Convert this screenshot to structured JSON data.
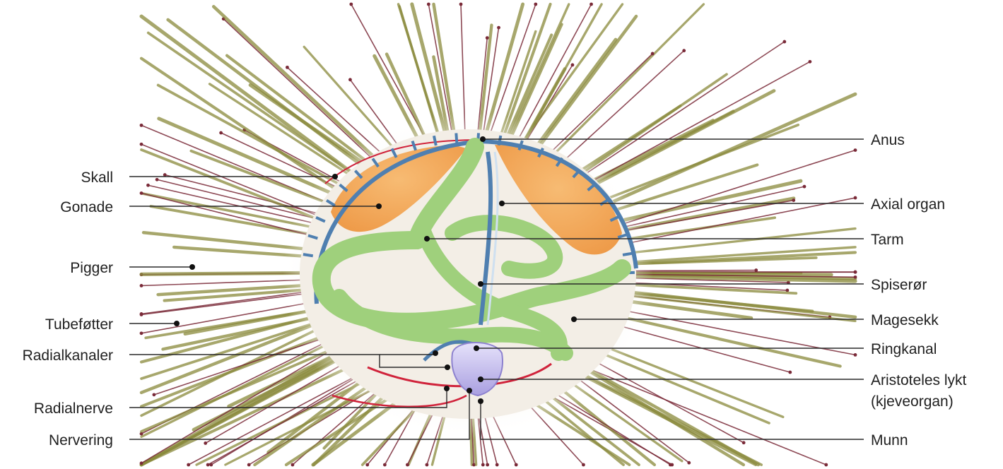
{
  "diagram": {
    "subject": "sea urchin internal anatomy",
    "colors": {
      "spine": "#8a8a3c",
      "tube_foot": "#7a2a38",
      "gonad": "#f3a85a",
      "gut": "#9fd07c",
      "water_vascular": "#4f7fb0",
      "nerve": "#d0233b",
      "lantern": "#c9c2ee",
      "background": "#ffffff"
    },
    "labels_left": [
      {
        "id": "skall",
        "text": "Skall"
      },
      {
        "id": "gonade",
        "text": "Gonade"
      },
      {
        "id": "pigger",
        "text": "Pigger"
      },
      {
        "id": "tubefotter",
        "text": "Tubeføtter"
      },
      {
        "id": "radialkanaler",
        "text": "Radialkanaler"
      },
      {
        "id": "radialnerve",
        "text": "Radialnerve"
      },
      {
        "id": "nervering",
        "text": "Nervering"
      }
    ],
    "labels_right": [
      {
        "id": "anus",
        "text": "Anus"
      },
      {
        "id": "axial-organ",
        "text": "Axial organ"
      },
      {
        "id": "tarm",
        "text": "Tarm"
      },
      {
        "id": "spiseror",
        "text": "Spiserør"
      },
      {
        "id": "magesekk",
        "text": "Magesekk"
      },
      {
        "id": "ringkanal",
        "text": "Ringkanal"
      },
      {
        "id": "aristoteles",
        "text": "Aristoteles lykt",
        "text2": "(kjeveorgan)"
      },
      {
        "id": "munn",
        "text": "Munn"
      }
    ]
  }
}
